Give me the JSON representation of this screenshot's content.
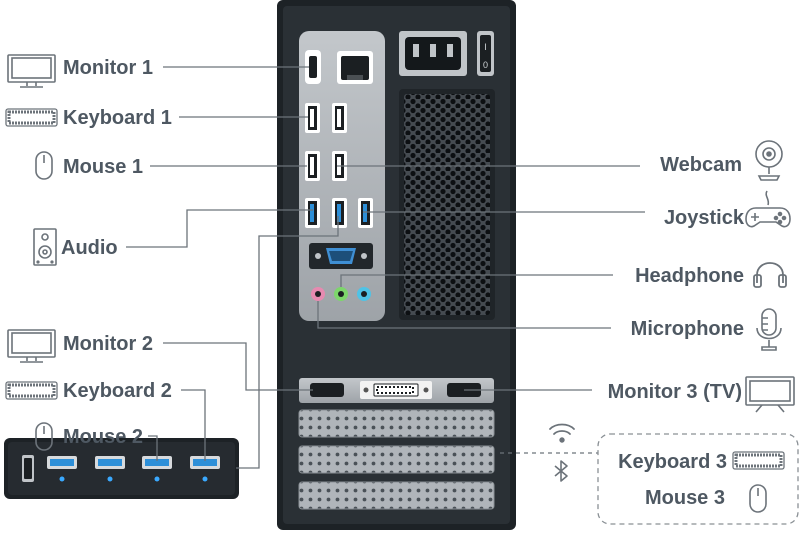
{
  "left_labels": {
    "monitor1": "Monitor 1",
    "keyboard1": "Keyboard 1",
    "mouse1": "Mouse 1",
    "audio": "Audio",
    "monitor2": "Monitor 2",
    "keyboard2": "Keyboard 2",
    "mouse2": "Mouse 2"
  },
  "right_labels": {
    "webcam": "Webcam",
    "joystick": "Joystick",
    "headphone": "Headphone",
    "microphone": "Microphone",
    "monitor3": "Monitor 3 (TV)"
  },
  "wireless": {
    "keyboard3": "Keyboard 3",
    "mouse3": "Mouse 3"
  },
  "switch_marks": {
    "on": "I",
    "off": "0"
  },
  "colors": {
    "case": "#1d2226",
    "io_panel": "#a9aeb3",
    "line": "#6c737a",
    "text": "#4e5862",
    "usb3_blue": "#2d8fd8",
    "led_blue": "#3aa9ff",
    "audio_pink": "#e68ab0",
    "audio_green": "#7dd66b",
    "audio_cyan": "#4fc3e6"
  },
  "icons": [
    "monitor-icon",
    "keyboard-icon",
    "mouse-icon",
    "speaker-icon",
    "webcam-icon",
    "gamepad-icon",
    "headphone-icon",
    "microphone-icon",
    "tv-icon",
    "wifi-icon",
    "bluetooth-icon"
  ]
}
